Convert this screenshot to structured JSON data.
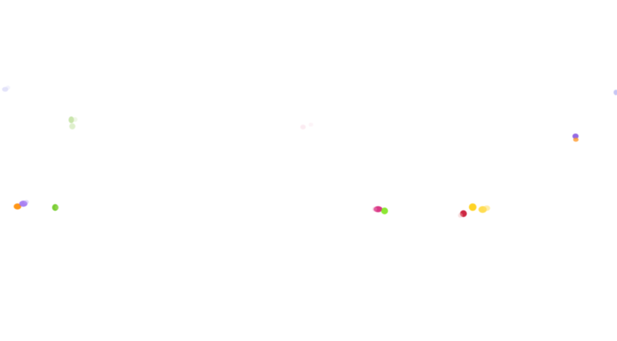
{
  "scene": {
    "background": "#ffffff",
    "clusters": [
      {
        "name": "orange-purple-pair",
        "dots": [
          {
            "color": "#ff8c00",
            "opacity": 0.9
          },
          {
            "color": "#9b6cf0",
            "opacity": 0.85
          },
          {
            "color": "#b9a3f5",
            "opacity": 0.4
          }
        ]
      },
      {
        "name": "green-single",
        "dots": [
          {
            "color": "#6cc81e",
            "opacity": 0.9
          },
          {
            "color": "#a8e070",
            "opacity": 0.4
          }
        ]
      },
      {
        "name": "pale-green-trail",
        "dots": [
          {
            "color": "#9ed06a",
            "opacity": 0.55
          },
          {
            "color": "#b8dd90",
            "opacity": 0.45
          },
          {
            "color": "#d2eab8",
            "opacity": 0.35
          }
        ]
      },
      {
        "name": "lavender-top-left",
        "dots": [
          {
            "color": "#c8c8f5",
            "opacity": 0.5
          },
          {
            "color": "#dcdcf8",
            "opacity": 0.35
          }
        ]
      },
      {
        "name": "pink-faint",
        "dots": [
          {
            "color": "#f5c8d8",
            "opacity": 0.35
          },
          {
            "color": "#f8dce6",
            "opacity": 0.3
          }
        ]
      },
      {
        "name": "magenta-green-pair",
        "dots": [
          {
            "color": "#d6247a",
            "opacity": 0.9
          },
          {
            "color": "#7fe51c",
            "opacity": 0.9
          },
          {
            "color": "#f0a0c6",
            "opacity": 0.35
          }
        ]
      },
      {
        "name": "red-yellow-group",
        "dots": [
          {
            "color": "#c8102e",
            "opacity": 0.9
          },
          {
            "color": "#ffcc00",
            "opacity": 0.85
          },
          {
            "color": "#ffd21a",
            "opacity": 0.75
          },
          {
            "color": "#ffe066",
            "opacity": 0.55
          },
          {
            "color": "#f0b8b8",
            "opacity": 0.4
          }
        ]
      },
      {
        "name": "purple-orange-right",
        "dots": [
          {
            "color": "#8a5ae0",
            "opacity": 0.9
          },
          {
            "color": "#ff9a2a",
            "opacity": 0.8
          }
        ]
      },
      {
        "name": "lavender-edge-right",
        "dots": [
          {
            "color": "#b0b0ee",
            "opacity": 0.7
          }
        ]
      }
    ]
  }
}
